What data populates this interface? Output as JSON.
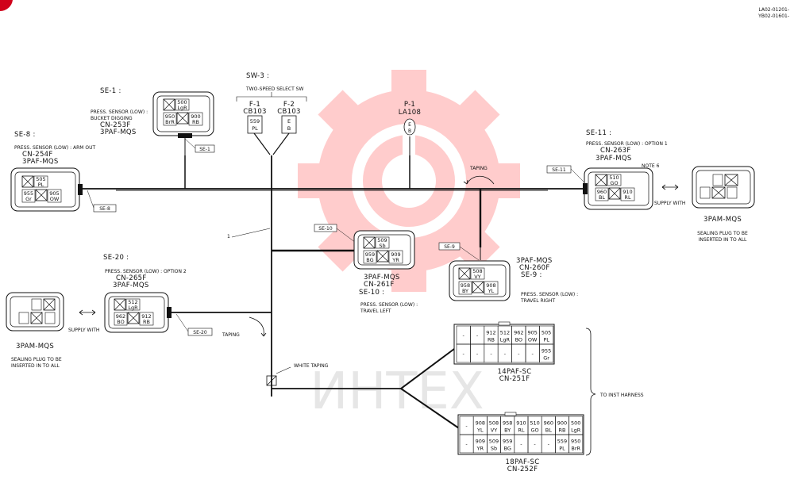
{
  "header": {
    "code_line1": "LA02-01201-",
    "code_line2": "YB02-01601-"
  },
  "watermark": {
    "text": "ИНТЕХ",
    "color": "#ff7f7f"
  },
  "labels": {
    "sw3_title": "SW-3 :",
    "sw3_desc": "TWO-SPEED SELECT SW",
    "f1": "F-1",
    "f1_code": "CB103",
    "f1_pin1": "559",
    "f1_pin2": "PL",
    "f2": "F-2",
    "f2_code": "CB103",
    "f2_pin1": "E",
    "f2_pin2": "B",
    "p1_title": "P-1",
    "p1_code": "LA108",
    "p1_pin1": "E",
    "p1_pin2": "B",
    "taping_top": "TAPING",
    "taping_left": "TAPING",
    "white_taping": "WHITE TAPING",
    "wire_1": "1",
    "to_inst": "TO INST HARNESS",
    "note6": "NOTE 6"
  },
  "se1": {
    "title": "SE-1 :",
    "desc1": "PRESS. SENSOR (LOW) :",
    "desc2": "BUCKET DIGGING",
    "code": "CN-253F",
    "type": "3PAF-MQS",
    "tag": "SE-1",
    "p1": "500",
    "p1c": "LgR",
    "p2": "950",
    "p2c": "BrR",
    "p3": "900",
    "p3c": "RB"
  },
  "se8": {
    "title": "SE-8 :",
    "desc1": "PRESS. SENSOR (LOW) : ARM OUT",
    "code": "CN-254F",
    "type": "3PAF-MQS",
    "tag": "SE-8",
    "p1": "505",
    "p1c": "PL",
    "p2": "955",
    "p2c": "Gr",
    "p3": "905",
    "p3c": "OW"
  },
  "se11": {
    "title": "SE-11 :",
    "desc1": "PRESS. SENSOR (LOW) : OPTION 1",
    "code": "CN-263F",
    "type": "3PAF-MQS",
    "tag": "SE-11",
    "p1": "510",
    "p1c": "GO",
    "p2": "960",
    "p2c": "BL",
    "p3": "910",
    "p3c": "RL"
  },
  "se10": {
    "title": "SE-10 :",
    "desc1": "PRESS. SENSOR (LOW) :",
    "desc2": "TRAVEL LEFT",
    "code": "CN-261F",
    "type": "3PAF-MQS",
    "tag": "SE-10",
    "p1": "509",
    "p1c": "Sb",
    "p2": "959",
    "p2c": "BG",
    "p3": "909",
    "p3c": "YR"
  },
  "se9": {
    "title": "SE-9 :",
    "desc1": "PRESS. SENSOR (LOW) :",
    "desc2": "TRAVEL RIGHT",
    "code": "CN-260F",
    "type": "3PAF-MQS",
    "tag": "SE-9",
    "p1": "508",
    "p1c": "VY",
    "p2": "958",
    "p2c": "BY",
    "p3": "908",
    "p3c": "YL"
  },
  "se20": {
    "title": "SE-20 :",
    "desc1": "PRESS. SENSOR (LOW) : OPTION 2",
    "code": "CN-265F",
    "type": "3PAF-MQS",
    "tag": "SE-20",
    "p1": "512",
    "p1c": "LgR",
    "p2": "962",
    "p2c": "BO",
    "p3": "912",
    "p3c": "RB"
  },
  "plug_right": {
    "supply": "SUPPLY WITH",
    "type": "3PAM-MQS",
    "note1": "SEALING PLUG TO BE",
    "note2": "INSERTED IN TO ALL"
  },
  "plug_left": {
    "supply": "SUPPLY WITH",
    "type": "3PAM-MQS",
    "note1": "SEALING PLUG TO BE",
    "note2": "INSERTED IN TO ALL"
  },
  "cn251": {
    "type": "14PAF-SC",
    "code": "CN-251F",
    "row1": [
      [
        "-",
        ""
      ],
      [
        "-",
        ""
      ],
      [
        "912",
        "RB"
      ],
      [
        "512",
        "LgR"
      ],
      [
        "962",
        "BO"
      ],
      [
        "905",
        "OW"
      ],
      [
        "505",
        "PL"
      ]
    ],
    "row2": [
      [
        "-",
        ""
      ],
      [
        "-",
        ""
      ],
      [
        "-",
        ""
      ],
      [
        "-",
        ""
      ],
      [
        "-",
        ""
      ],
      [
        "-",
        ""
      ],
      [
        "955",
        "Gr"
      ]
    ]
  },
  "cn252": {
    "type": "18PAF-SC",
    "code": "CN-252F",
    "row1": [
      [
        "-",
        ""
      ],
      [
        "908",
        "YL"
      ],
      [
        "508",
        "VY"
      ],
      [
        "958",
        "BY"
      ],
      [
        "910",
        "RL"
      ],
      [
        "510",
        "GO"
      ],
      [
        "960",
        "BL"
      ],
      [
        "900",
        "RB"
      ],
      [
        "500",
        "LgR"
      ]
    ],
    "row2": [
      [
        "-",
        ""
      ],
      [
        "909",
        "YR"
      ],
      [
        "509",
        "Sb"
      ],
      [
        "959",
        "BG"
      ],
      [
        "-",
        ""
      ],
      [
        "-",
        ""
      ],
      [
        "-",
        ""
      ],
      [
        "559",
        "PL"
      ],
      [
        "950",
        "BrR"
      ]
    ]
  }
}
